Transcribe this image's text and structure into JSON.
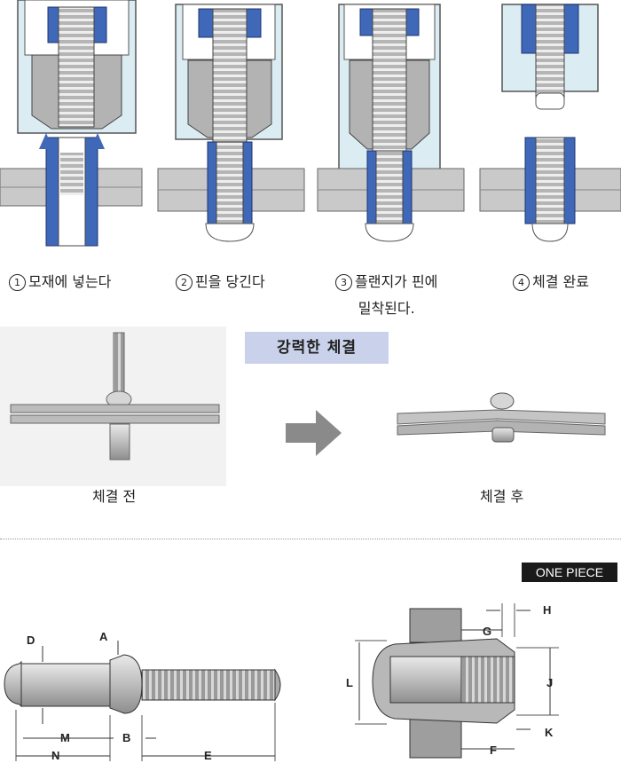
{
  "steps": [
    {
      "num": "1",
      "text": "모재에 넣는다",
      "line2": ""
    },
    {
      "num": "2",
      "text": "핀을 당긴다",
      "line2": ""
    },
    {
      "num": "3",
      "text": "플랜지가 핀에",
      "line2": "밀착된다."
    },
    {
      "num": "4",
      "text": "체결 완료",
      "line2": ""
    }
  ],
  "banner": "강력한 체결",
  "captions": {
    "before": "체결 전",
    "after": "체결 후"
  },
  "badge": "ONE PIECE",
  "dims_left": {
    "D": "D",
    "A": "A",
    "M": "M",
    "B": "B",
    "N": "N",
    "E": "E"
  },
  "dims_right": {
    "H": "H",
    "G": "G",
    "L": "L",
    "J": "J",
    "K": "K",
    "F": "F"
  },
  "colors": {
    "collar_blue": "#3f68b8",
    "nose_light": "#dcecf3",
    "plate_gray": "#c9c9c9",
    "pin_gray": "#a8a8a8",
    "banner_bg": "#c9d2ea"
  }
}
